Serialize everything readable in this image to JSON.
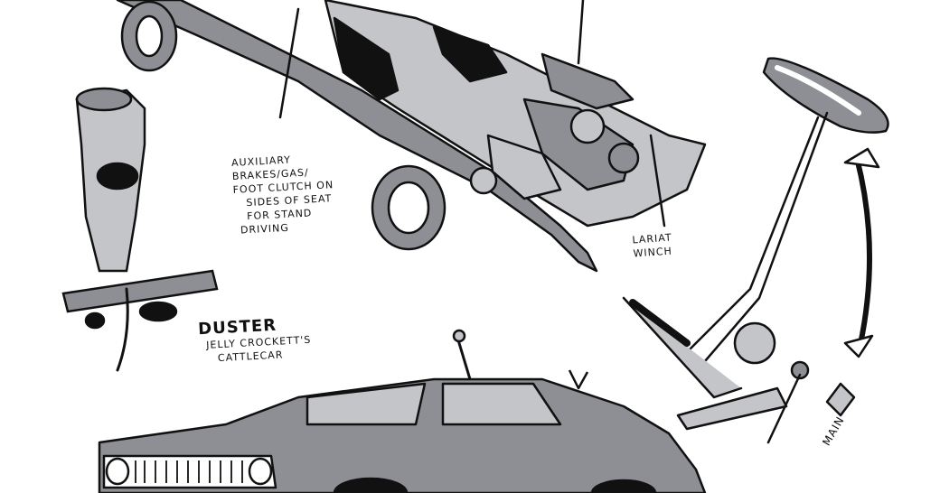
{
  "sketch": {
    "background": "#ffffff",
    "ink_color": "#111111",
    "marker_gray": "#8e8f94",
    "marker_light_gray": "#c4c5c9"
  },
  "labels": {
    "auxiliary": [
      "Auxiliary",
      "Brakes/Gas/",
      "Foot Clutch on",
      "Sides of Seat",
      "For Stand",
      "Driving"
    ],
    "lariat": [
      "Lariat",
      "Winch"
    ],
    "duster_title": "Duster",
    "duster_sub": [
      "Jelly Crockett's",
      "Cattlecar"
    ],
    "main": "Main"
  }
}
